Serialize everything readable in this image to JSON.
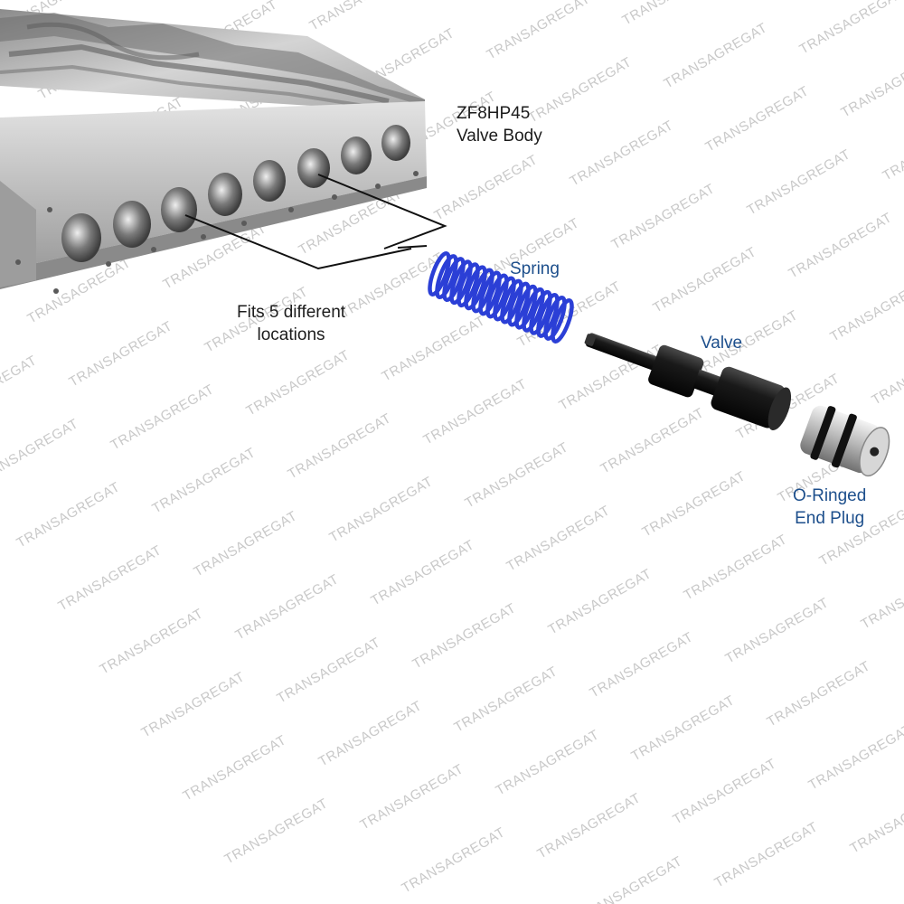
{
  "labels": {
    "valve_body": [
      "ZF8HP45",
      "Valve Body"
    ],
    "fits": [
      "Fits 5 different",
      "locations"
    ],
    "spring": "Spring",
    "valve": "Valve",
    "end_plug": [
      "O-Ringed",
      "End Plug"
    ]
  },
  "watermark": "TRANSAGREGAT",
  "colors": {
    "label_blue": "#1d4f8c",
    "label_dark": "#1c1c1c",
    "spring_blue": "#2b3fd6",
    "valve_black": "#141414",
    "metal": "#b9b9b9"
  }
}
